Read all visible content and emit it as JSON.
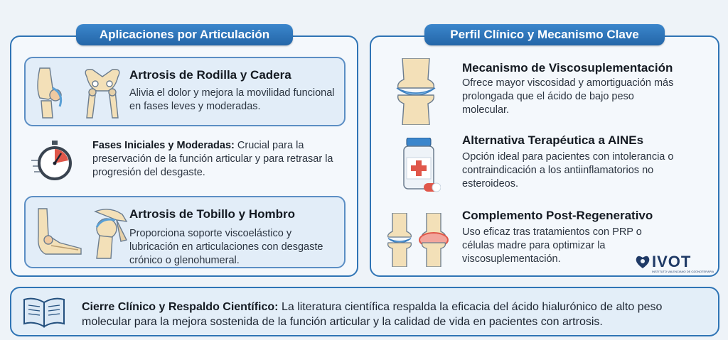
{
  "left_section": {
    "title": "Aplicaciones por Articulación",
    "cards": [
      {
        "title": "Artrosis de Rodilla y Cadera",
        "desc": "Alivia el dolor y mejora la movilidad funcional en fases leves y moderadas.",
        "icon": "knee-hip-icon"
      },
      {
        "title": "Fases Iniciales y Moderadas:",
        "desc": " Crucial para la preservación de la función articular y para retrasar la progresión del desgaste.",
        "icon": "stopwatch-icon"
      },
      {
        "title": "Artrosis de Tobillo y Hombro",
        "desc": "Proporciona soporte viscoelástico y lubricación en articulaciones con desgaste crónico o glenohumeral.",
        "icon": "ankle-shoulder-icon"
      }
    ]
  },
  "right_section": {
    "title": "Perfil Clínico y Mecanismo Clave",
    "cards": [
      {
        "title": "Mecanismo de Viscosuplementación",
        "desc": "Ofrece mayor viscosidad y amortiguación más prolongada que el ácido de bajo peso molecular.",
        "icon": "joint-icon"
      },
      {
        "title": "Alternativa Terapéutica a AINEs",
        "desc": "Opción ideal para pacientes con intolerancia o contraindicación a los antiinflamatorios no esteroideos.",
        "icon": "medicine-bottle-icon"
      },
      {
        "title": "Complemento Post-Regenerativo",
        "desc": "Uso eficaz tras tratamientos con PRP o células madre para optimizar la viscosuplementación.",
        "icon": "joints-comparison-icon"
      }
    ]
  },
  "logo": {
    "text": "IVOT",
    "subtitle": "INSTITUTO VALENCIANO DE OZONOTERAPIA"
  },
  "bottom": {
    "title": "Cierre Clínico y Respaldo Científico:",
    "text": " La literatura científica respalda la eficacia del ácido hialurónico de alto peso molecular para la mejora sostenida de la función articular y la calidad de vida en pacientes con artrosis.",
    "icon": "book-icon"
  },
  "colors": {
    "accent": "#2f74b5",
    "card_bg": "#e2edf8",
    "bone": "#f0d9a8",
    "inflamed": "#e0574a"
  }
}
